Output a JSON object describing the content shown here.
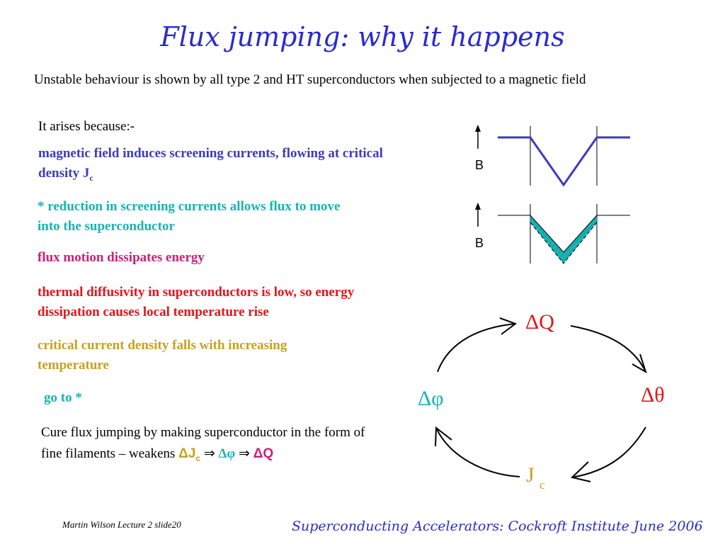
{
  "title": "Flux jumping: why it happens",
  "intro": "Unstable behaviour is shown by all type 2 and HT superconductors when subjected to a magnetic field",
  "arises": "It arises because:-",
  "points": {
    "p1_main": "magnetic field induces screening currents, flowing at critical density J",
    "p1_sub": "c",
    "p2": "* reduction in screening currents allows flux to move into the superconductor",
    "p3": "flux motion dissipates energy",
    "p4": "thermal diffusivity in superconductors is low, so energy dissipation causes local temperature rise",
    "p5": "critical current density falls with increasing temperature",
    "p6": "go to *"
  },
  "cure": {
    "text": "Cure flux jumping by making superconductor in the form of fine filaments – weakens ",
    "dj": "ΔJ",
    "dj_sub": "c",
    "arrow1": " ⇒ ",
    "dphi": "Δφ",
    "arrow2": " ⇒ ",
    "dq": "ΔQ"
  },
  "diagram": {
    "b_label_top": "B",
    "b_label_bottom": "B",
    "cycle_dq": "ΔQ",
    "cycle_dtheta": "Δθ",
    "cycle_jc": "J",
    "cycle_jc_sub": "c",
    "cycle_dphi": "Δφ"
  },
  "footer": {
    "left": "Martin Wilson Lecture 2 slide20",
    "right": "Superconducting Accelerators:  Cockroft Institute June 2006"
  },
  "colors": {
    "title": "#2a2ad0",
    "blue": "#3b3bbf",
    "teal": "#19b3b3",
    "magenta": "#cc1f7a",
    "red": "#e4161b",
    "gold": "#c7a022"
  }
}
